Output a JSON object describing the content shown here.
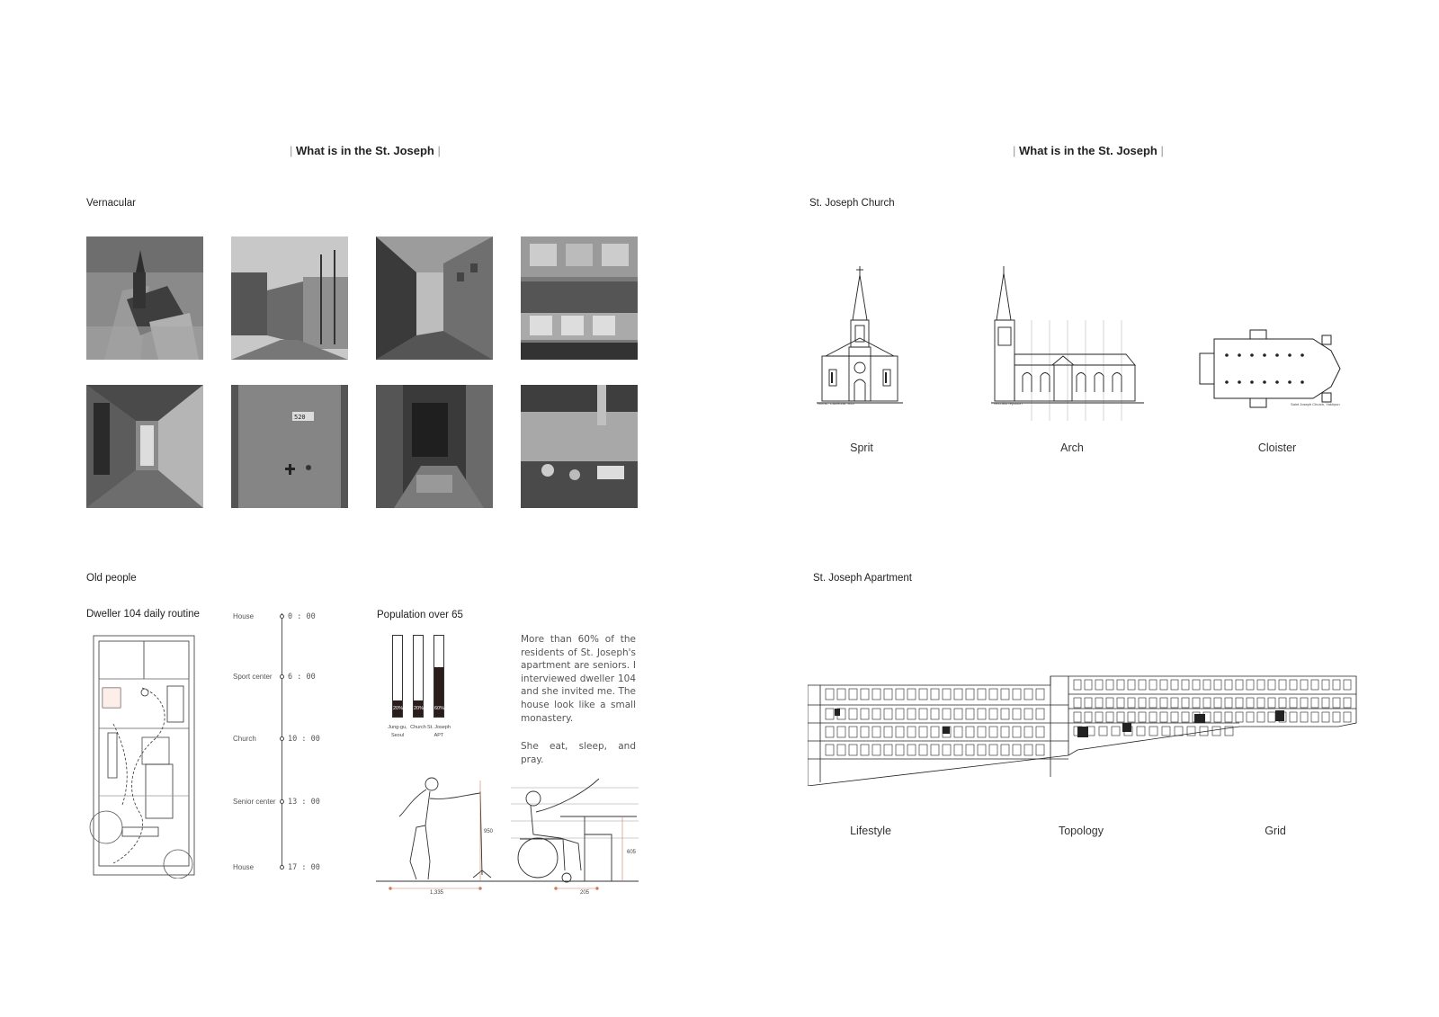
{
  "header_left": {
    "bar_left": "|",
    "title": "What is in the St. Joseph",
    "bar_right": "|"
  },
  "header_right": {
    "bar_left": "|",
    "title": "What is in the St. Joseph",
    "bar_right": "|"
  },
  "vernacular": {
    "title": "Vernacular",
    "photos": [
      "aerial-church-photo",
      "street-trees-photo",
      "alley-photo",
      "apartment-facade-photo",
      "corridor-photo",
      "door-520-photo",
      "dark-room-photo",
      "kitchen-photo"
    ],
    "door_number": "520"
  },
  "old_people": {
    "title": "Old people",
    "routine_title": "Dweller 104 daily routine",
    "timeline": [
      {
        "place": "House",
        "time": "0 : 00"
      },
      {
        "place": "Sport center",
        "time": "6 : 00"
      },
      {
        "place": "Church",
        "time": "10 : 00"
      },
      {
        "place": "Senior center",
        "time": "13 : 00"
      },
      {
        "place": "House",
        "time": "17 : 00"
      }
    ],
    "population_title": "Population over 65",
    "paragraph": "More than 60% of the residents of St. Joseph's apartment are seniors. I interviewed dweller 104 and she invited me. The house look like a small monastery.",
    "paragraph2": "She eat, sleep, and pray.",
    "dimensions": {
      "cane_height": "950",
      "table_height": "605",
      "reach": "1,335",
      "step": "205"
    }
  },
  "chart_data": {
    "type": "bar",
    "title": "Population over 65",
    "categories": [
      "Jung-gu, Seoul",
      "Church",
      "St. Joseph APT"
    ],
    "category_lines": [
      [
        "Jung-gu,",
        "Seoul"
      ],
      [
        "Church",
        ""
      ],
      [
        "St. Joseph",
        "APT"
      ]
    ],
    "values": [
      20,
      20,
      60
    ],
    "value_labels": [
      "20%",
      "20%",
      "60%"
    ],
    "ylim": [
      0,
      100
    ],
    "colors": {
      "fill": "#2b1d1b",
      "outline": "#333333"
    }
  },
  "church": {
    "title": "St. Joseph Church",
    "captions": [
      "Sprit",
      "Arch",
      "Cloister"
    ],
    "drawing_notes": [
      "Gothic, Cathedral, arch",
      "Grid and repitition",
      "Saint Joseph Church, Yakhyun"
    ]
  },
  "apartment": {
    "title": "St. Joseph Apartment",
    "captions": [
      "Lifestyle",
      "Topology",
      "Grid"
    ]
  }
}
